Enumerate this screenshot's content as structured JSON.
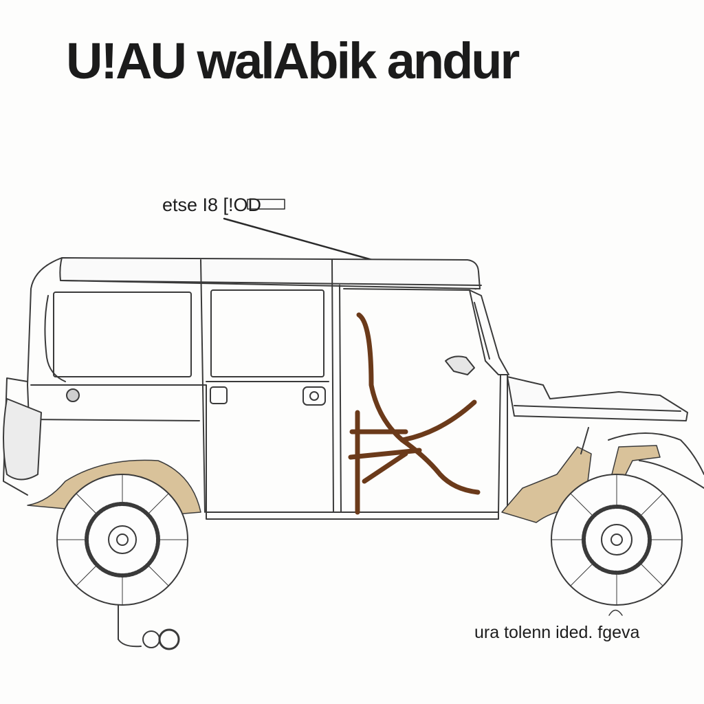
{
  "title": "U!AU walAbik andur",
  "callout_label": "etse I8 [!OD",
  "caption": "ura tolenn ided. fgeva",
  "colors": {
    "line": "#3a3a3a",
    "tan": "#d9c29a",
    "brace": "#6b3a1a",
    "ink": "#1b1b1b"
  }
}
